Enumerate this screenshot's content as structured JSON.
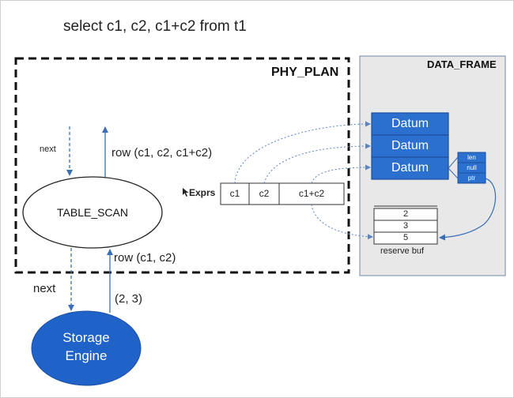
{
  "title": "select c1,  c2, c1+c2  from t1",
  "phy_plan": {
    "label": "PHY_PLAN"
  },
  "data_frame": {
    "label": "DATA_FRAME",
    "datums": [
      "Datum",
      "Datum",
      "Datum"
    ],
    "datum_fields": [
      "len",
      "null",
      "ptr"
    ],
    "reserve_buf": {
      "values": [
        "2",
        "3",
        "5"
      ],
      "label": "reserve buf"
    }
  },
  "table_scan": {
    "label": "TABLE_SCAN"
  },
  "edges": {
    "next_top": "next",
    "row_top": "row (c1, c2, c1+c2)",
    "next_bottom": "next",
    "row_bottom": "row (c1, c2)",
    "values_bottom": "(2, 3)"
  },
  "exprs": {
    "label": "Exprs",
    "cells": [
      "c1",
      "c2",
      "c1+c2"
    ]
  },
  "storage_engine": {
    "line1": "Storage",
    "line2": "Engine"
  },
  "colors": {
    "datum_fill": "#2b6fcf",
    "datum_border": "#1c4f9c",
    "storage_fill": "#1f62c8",
    "data_frame_bg": "#e8e8e8",
    "arrow": "#3a6fb5",
    "dotted": "#5b84c2"
  }
}
